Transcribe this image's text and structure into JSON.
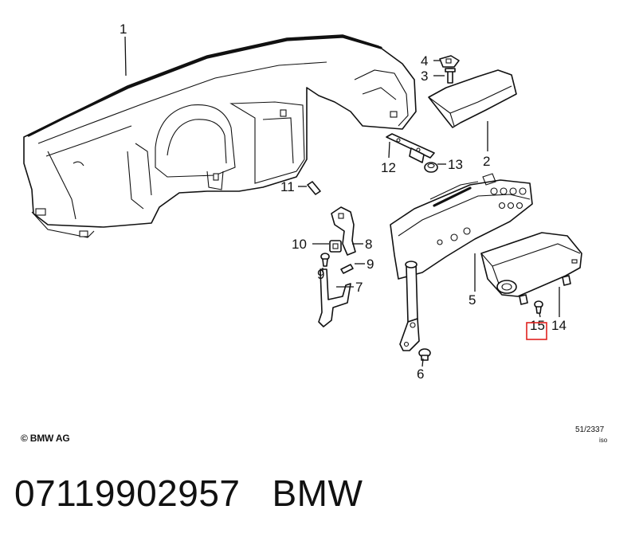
{
  "callouts": [
    {
      "id": "1",
      "label": "1"
    },
    {
      "id": "2",
      "label": "2"
    },
    {
      "id": "3",
      "label": "3"
    },
    {
      "id": "4",
      "label": "4"
    },
    {
      "id": "5",
      "label": "5"
    },
    {
      "id": "6",
      "label": "6"
    },
    {
      "id": "7",
      "label": "7"
    },
    {
      "id": "8",
      "label": "8"
    },
    {
      "id": "9a",
      "label": "9"
    },
    {
      "id": "9b",
      "label": "9"
    },
    {
      "id": "10",
      "label": "10"
    },
    {
      "id": "11",
      "label": "11"
    },
    {
      "id": "12",
      "label": "12"
    },
    {
      "id": "13",
      "label": "13"
    },
    {
      "id": "14",
      "label": "14"
    },
    {
      "id": "15",
      "label": "15"
    }
  ],
  "highlight": {
    "callout": "15",
    "color": "#e0221f"
  },
  "copyright": "© BMW AG",
  "drawing_code": "51/2337",
  "drawing_suffix": "iso",
  "footer": {
    "part_number": "07119902957",
    "brand": "BMW"
  }
}
